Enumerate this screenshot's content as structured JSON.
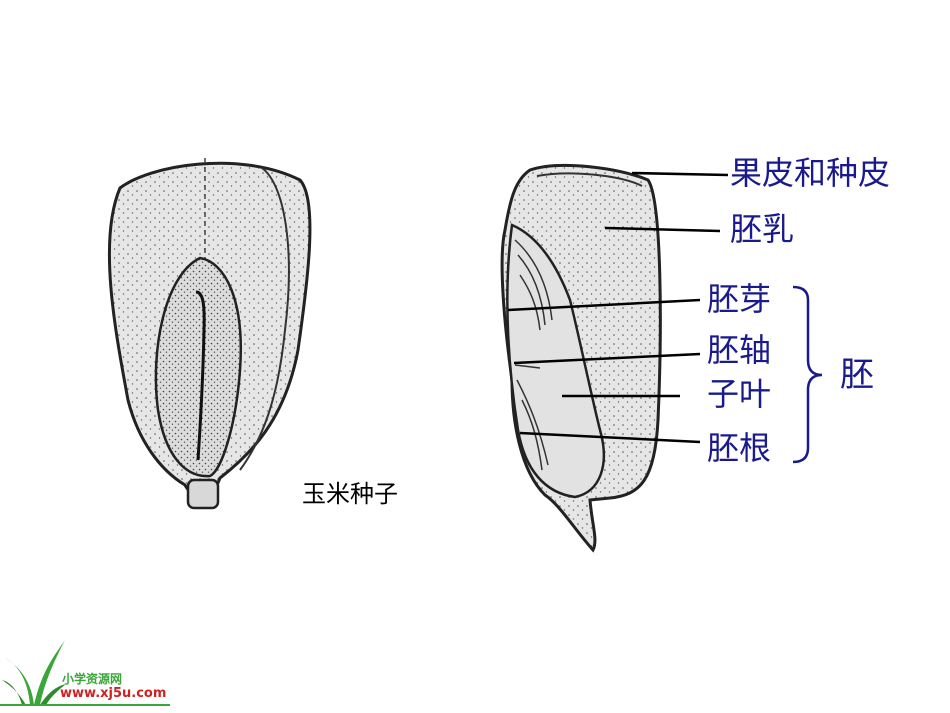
{
  "caption": "玉米种子",
  "labels": {
    "pericarp": "果皮和种皮",
    "endosperm": "胚乳",
    "plumule": "胚芽",
    "hypocotyl": "胚轴",
    "cotyledon": "子叶",
    "radicle": "胚根",
    "embryo": "胚"
  },
  "logo": {
    "name": "小学资源网",
    "url": "www.xj5u.com"
  },
  "colors": {
    "label": "#1a1a8c",
    "seed_fill": "#e6e6e6",
    "outline": "#222222",
    "logo_green": "#3aa63a",
    "logo_red": "#cc2222"
  }
}
